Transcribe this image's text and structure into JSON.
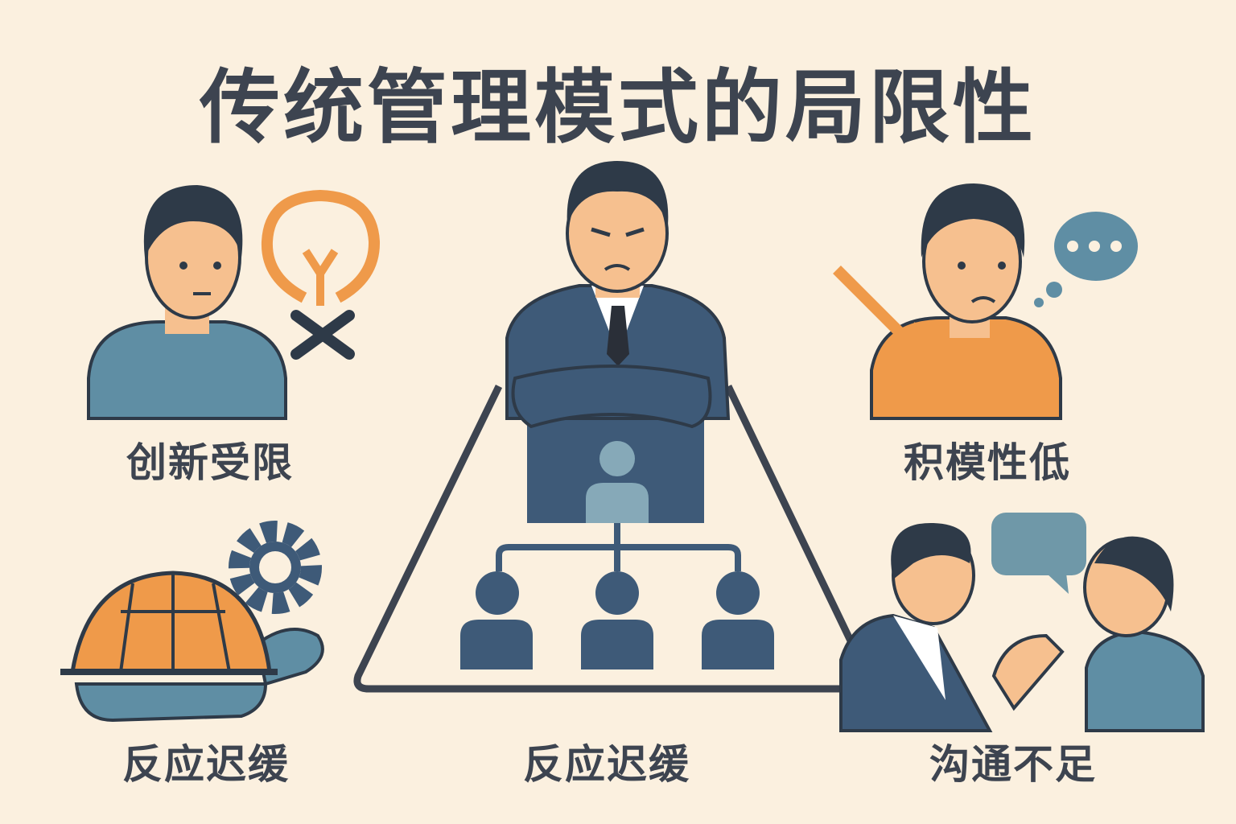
{
  "title": "传统管理模式的局限性",
  "labels": {
    "innovation": "创新受限",
    "motivation": "积模性低",
    "slow_left": "反应迟缓",
    "slow_center": "反应迟缓",
    "communication": "沟通不足"
  },
  "colors": {
    "background": "#fbf0df",
    "navy": "#3e5a78",
    "teal": "#5f8ea4",
    "orange": "#ef9a4a",
    "skin": "#f6c08f",
    "text": "#3d4450"
  }
}
